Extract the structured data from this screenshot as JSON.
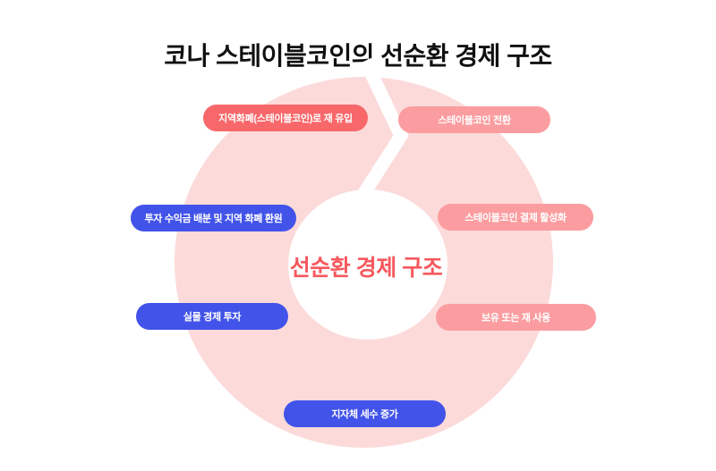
{
  "title": "코나 스테이블코인의 선순환 경제 구조",
  "diagram": {
    "center_label": "선순환 경제 구조",
    "center_label_color": "#F6585E",
    "ring_color": "#FCDADA",
    "gap_color": "#FFFFFF",
    "node_colors": {
      "red": "#F8686B",
      "pink": "#FB9DA0",
      "blue": "#4253E9"
    },
    "nodes": [
      {
        "label": "지역화폐(스테이블코인)로 재 유입",
        "color": "#F8686B",
        "position": "top-left"
      },
      {
        "label": "스테이블코인 전환",
        "color": "#FB9DA0",
        "position": "top-right"
      },
      {
        "label": "투자 수익금 배분 및 지역 화폐 환원",
        "color": "#4253E9",
        "position": "middle-left"
      },
      {
        "label": "스테이블코인 결제 활성화",
        "color": "#FB9DA0",
        "position": "middle-right"
      },
      {
        "label": "실물 경제 투자",
        "color": "#4253E9",
        "position": "lower-left"
      },
      {
        "label": "보유 또는 재 사용",
        "color": "#FB9DA0",
        "position": "lower-right"
      },
      {
        "label": "지자체 세수 증가",
        "color": "#4253E9",
        "position": "bottom-center"
      }
    ]
  }
}
